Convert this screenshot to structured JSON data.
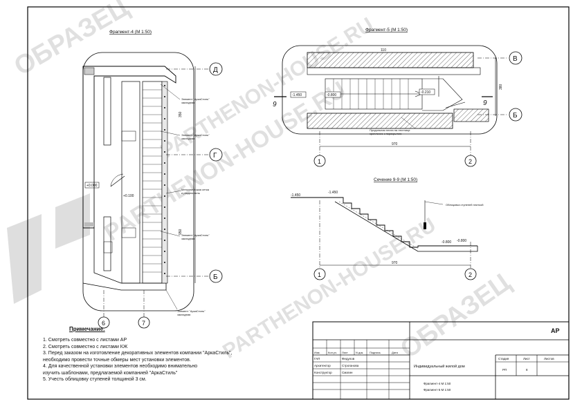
{
  "fragments": {
    "left_title": "Фрагмент-4  (М 1:50)",
    "right_title": "Фрагмент-5  (М 1:50)",
    "section_title": "Сечение 9-9  (М 1:50)"
  },
  "axes": {
    "left_plan": [
      "Д",
      "Г",
      "Б"
    ],
    "left_plan_bottom": [
      "6",
      "7"
    ],
    "right_plan": [
      "В",
      "Б"
    ],
    "right_plan_bottom": [
      "1",
      "2"
    ],
    "section_bottom": [
      "1",
      "2"
    ]
  },
  "section_marks": [
    "9",
    "9"
  ],
  "levels": {
    "left_mid": "+0.000",
    "left_stair": "+0.100",
    "right_left": "-1.450",
    "right_mid": "-0.800",
    "right_landing": "-0.210",
    "sec_top_left": "-1.450",
    "sec_top": "-1.450",
    "sec_bottom1": "-0.800",
    "sec_bottom2": "-0.800"
  },
  "dimensions": {
    "right_total": "970",
    "right_side": "380",
    "section_total": "970",
    "right_top": "110",
    "left_a": "350",
    "left_b": "950"
  },
  "callouts": {
    "left1": "Элемент \"АркаСтиль\"\nзакладная",
    "left2": "Элемент \"АркаСтиль\"\nзакладная",
    "left3": "Металлическая сетка\nи разделитель",
    "left4": "Элемент \"АркаСтиль\"\nзакладная",
    "left_bottom": "Элемент \"АркаСтиль\"\nзакладная",
    "right_bottom": "Продольная плита на лестнице\nкрепление к перекрытию",
    "section": "Облицовка ступеней плиткой"
  },
  "notes": {
    "title": "Примечание:",
    "items": [
      "1. Смотреть совместно с листами АР",
      "2. Смотреть совместно с листами КЖ",
      "3. Перед заказом на изготовление декоративных элементов компании \"АркаСтиль\",",
      "    необходимо провести точные обмеры мест установки элементов.",
      "4. Для качественной установки элементов необходимо внимательно",
      "    изучить шаблонами, предлагаемой компанией \"АркаСтиль\"",
      "5. Учесть облицовку ступеней толщиной 3 см."
    ]
  },
  "stamp": {
    "code": "АР",
    "project": "Индивидуальный жилой дом",
    "header_cells": [
      "Изм.",
      "Кол.уч.",
      "Лист",
      "N док.",
      "Подпись",
      "Дата"
    ],
    "roles": [
      "ГАП",
      "Архитектор",
      "Конструктор"
    ],
    "people": [
      "Федулов",
      "Строганова",
      "Смагин"
    ],
    "stage_header": [
      "Стадия",
      "Лист",
      "Листов"
    ],
    "stage_values": [
      "РП",
      "8",
      ""
    ],
    "sheet_lines": [
      "Фрагмент-4 М 1:50",
      "Фрагмент-5 М 1:50"
    ]
  },
  "watermarks": [
    "ОБРАЗЕЦ",
    "PARTHENON-HOUSE.RU",
    "PARTHENON-HOUSE.RU",
    "PARTHENON-HOUSE.RU",
    "ОБРАЗЕЦ"
  ]
}
